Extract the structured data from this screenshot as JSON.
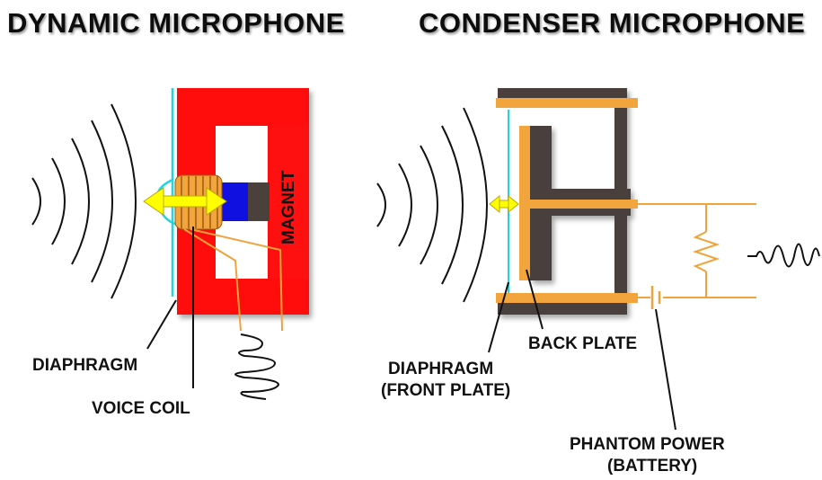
{
  "dynamic": {
    "title": "DYNAMIC MICROPHONE",
    "magnet_label": "MAGNET",
    "diaphragm_label": "DIAPHRAGM",
    "voice_coil_label": "VOICE COIL"
  },
  "condenser": {
    "title": "CONDENSER MICROPHONE",
    "back_plate_label": "BACK PLATE",
    "diaphragm_label_line1": "DIAPHRAGM",
    "diaphragm_label_line2": "(FRONT PLATE)",
    "phantom_label_line1": "PHANTOM POWER",
    "phantom_label_line2": "(BATTERY)"
  },
  "colors": {
    "magnet_body": "#ff1010",
    "magnet_core": "#4a413d",
    "magnet_pole": "#1010e0",
    "coil": "#f2a53c",
    "plate": "#f2a53c",
    "housing": "#4a413d",
    "diaphragm": "#22d3e0",
    "arrow": "#ffff00",
    "text": "#111111"
  }
}
